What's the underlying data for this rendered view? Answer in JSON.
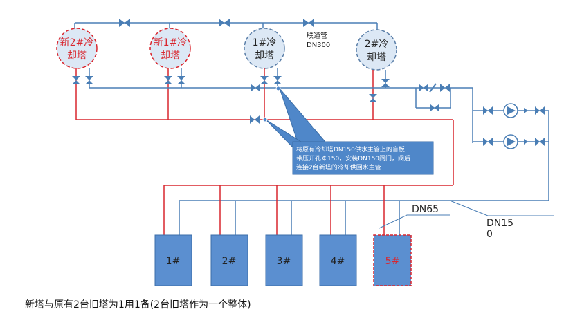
{
  "towers": [
    {
      "id": "new2",
      "line1": "新2#冷",
      "line2": "却塔",
      "status": "new"
    },
    {
      "id": "new1",
      "line1": "新1#冷",
      "line2": "却塔",
      "status": "new"
    },
    {
      "id": "old1",
      "line1": "1#冷",
      "line2": "却塔",
      "status": "old"
    },
    {
      "id": "old2",
      "line1": "2#冷",
      "line2": "却塔",
      "status": "old"
    }
  ],
  "link_pipe_label": {
    "line1": "联通管",
    "line2": "DN300"
  },
  "callout": {
    "line1": "将原有冷却塔DN150供水主管上的盲板",
    "line2": "带压开孔￠150，安装DN150阀门，阀后",
    "line3": "连接2台新塔的冷却供回水主管"
  },
  "units": [
    {
      "label": "1#",
      "status": "existing"
    },
    {
      "label": "2#",
      "status": "existing"
    },
    {
      "label": "3#",
      "status": "existing"
    },
    {
      "label": "4#",
      "status": "existing"
    },
    {
      "label": "5#",
      "status": "new"
    }
  ],
  "pipe_labels": {
    "dn65": "DN65",
    "dn150_line1": "DN15",
    "dn150_line2": "0"
  },
  "caption": "新塔与原有2台旧塔为1用1备(2台旧塔作为一个整体)",
  "colors": {
    "blue_pipe": "#4a7eb5",
    "red_pipe": "#d9262e",
    "tower_fill": "#dce8f5",
    "unit_fill": "#5b8fd0",
    "callout_fill": "#4f87c9",
    "new_label": "#d9262e"
  }
}
